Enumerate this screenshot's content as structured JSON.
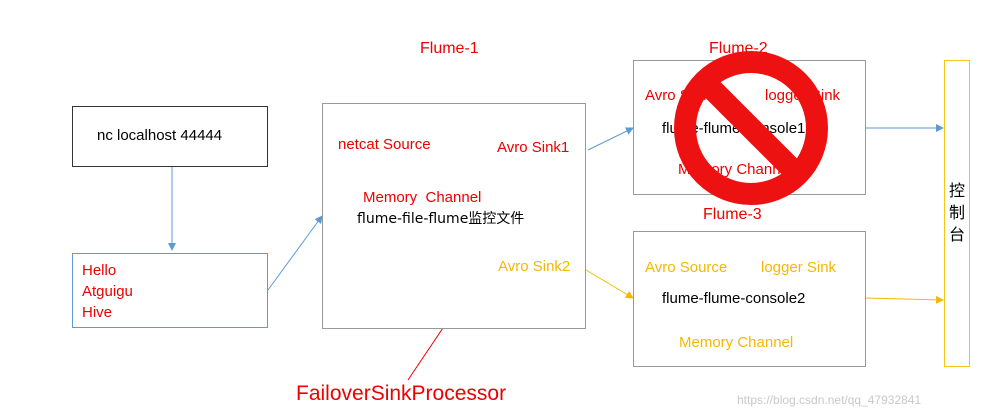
{
  "colors": {
    "red": "#ee0000",
    "orange": "#f5b800",
    "blue": "#5b9bd5",
    "box_border_gray": "#999999",
    "console_border": "#f5c518",
    "prohibited": "#ee1111"
  },
  "nc_box": {
    "label": "nc localhost 44444"
  },
  "input_box": {
    "lines": [
      "Hello",
      "Atguigu",
      "Hive"
    ]
  },
  "flume1": {
    "title": "Flume-1",
    "source": "netcat Source",
    "channel": "Memory  Channel",
    "agent": "flume-file-flume监控文件",
    "sink1": "Avro Sink1",
    "sink2": "Avro Sink2"
  },
  "flume2": {
    "title": "Flume-2",
    "source": "Avro Source",
    "sink": "logger Sink",
    "agent": "flume-flume-console1",
    "channel": "Memory Channel",
    "overlay_icon": "prohibited-icon"
  },
  "flume3": {
    "title": "Flume-3",
    "source": "Avro Source",
    "sink": "logger Sink",
    "agent": "flume-flume-console2",
    "channel": "Memory Channel"
  },
  "console": {
    "chars": [
      "控",
      "制",
      "台"
    ]
  },
  "processor_label": "FailoverSinkProcessor",
  "watermark": "https://blog.csdn.net/qq_47932841"
}
